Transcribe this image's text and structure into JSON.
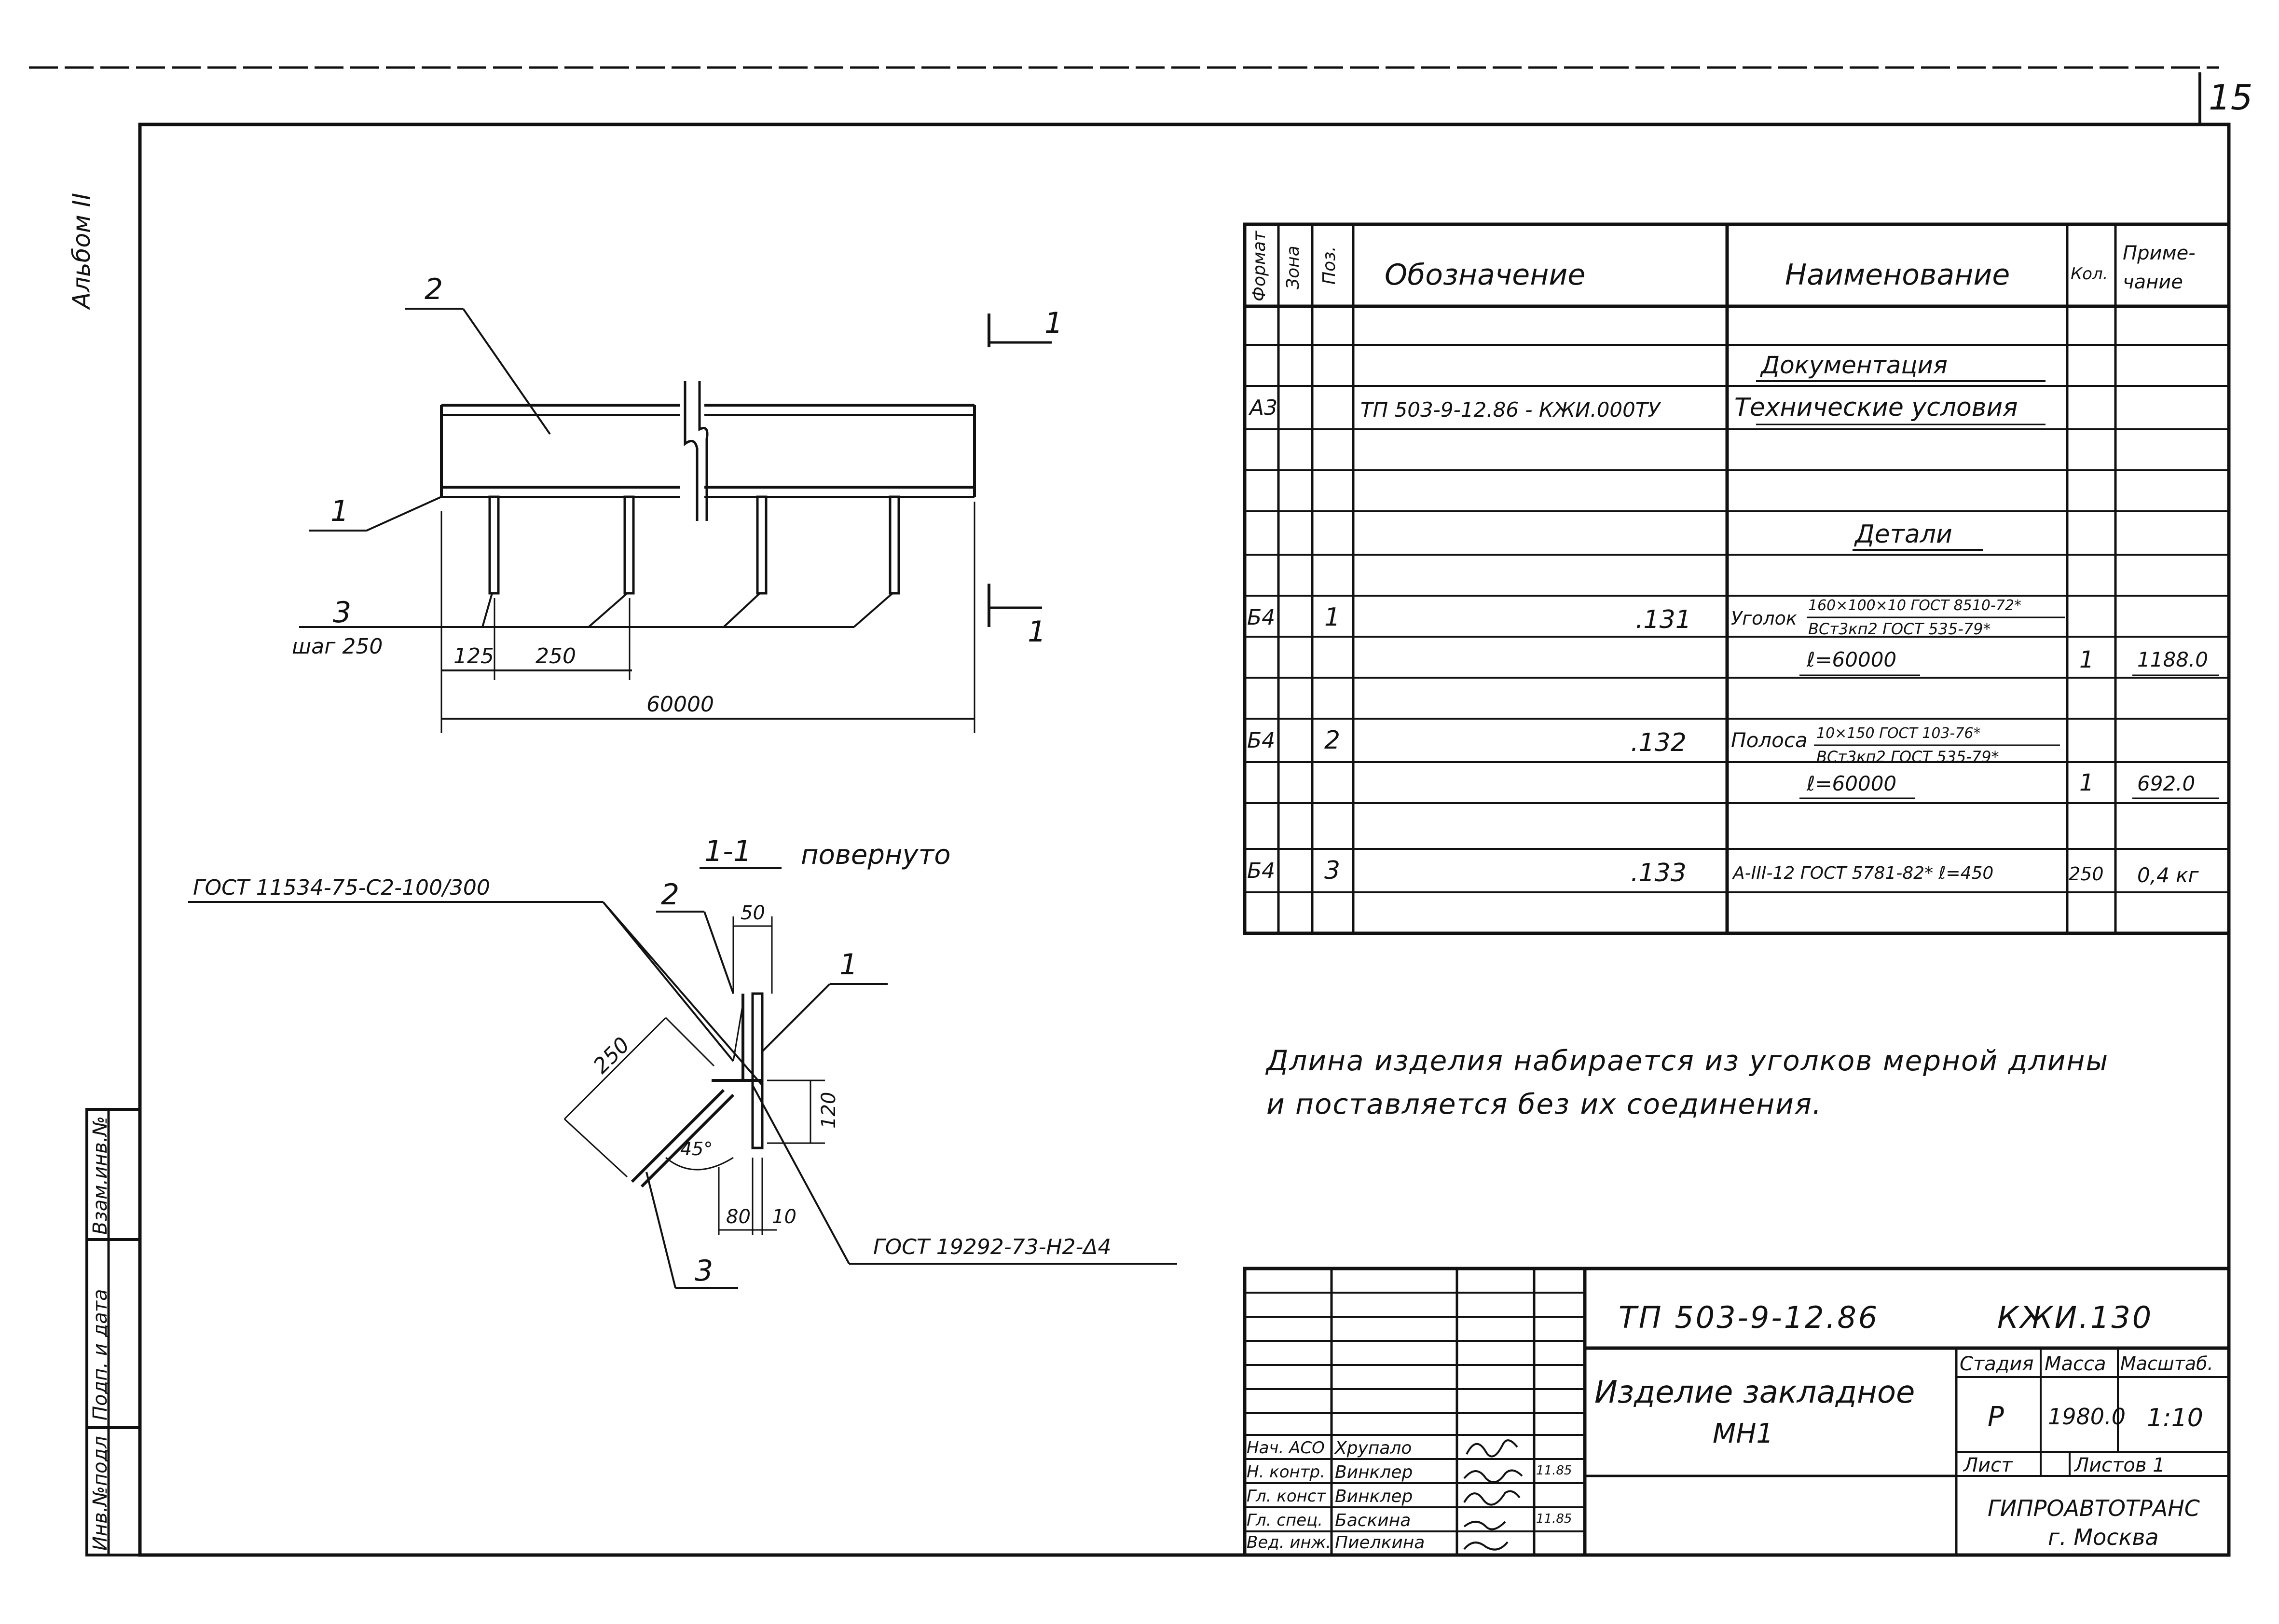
{
  "sheet": {
    "page_number": "15",
    "album": "Альбом II"
  },
  "side_stamp": {
    "inv_orig": "Инв.№подл",
    "sign_date": "Подп. и дата",
    "inv_replaced": "Взам.инв.№"
  },
  "drawing_main": {
    "label_pos2": "2",
    "label_pos1": "1",
    "label_pos3": "3",
    "step_text": "шаг 250",
    "dim_125": "125",
    "dim_250": "250",
    "dim_total": "60000",
    "section_mark_top": "1",
    "section_mark_bottom": "1"
  },
  "section_view": {
    "title_mark": "1-1",
    "title_text": "повернуто",
    "gost_weld_top": "ГОСТ 11534-75-С2-100/300",
    "gost_weld_bottom": "ГОСТ 19292-73-Н2-Δ4",
    "label_pos2": "2",
    "label_pos1": "1",
    "label_pos3": "3",
    "dim_50": "50",
    "dim_250": "250",
    "dim_120": "120",
    "dim_45": "45°",
    "dim_80": "80",
    "dim_10": "10"
  },
  "spec_table": {
    "headers": {
      "format": "Формат",
      "zone": "Зона",
      "pos": "Поз.",
      "designation": "Обозначение",
      "name": "Наименование",
      "qty": "Кол.",
      "note": "Приме-\nчание"
    },
    "section_docs": "Документация",
    "section_parts": "Детали",
    "doc_row": {
      "format": "А3",
      "designation": "ТП 503-9-12.86 - КЖИ.000ТУ",
      "name": "Технические условия"
    },
    "parts": [
      {
        "format": "Б4",
        "pos": "1",
        "designation": ".131",
        "name_prefix": "Уголок",
        "name_top": "160×100×10 ГОСТ 8510-72*",
        "name_bottom": "ВСт3кп2 ГОСТ 535-79*",
        "length": "ℓ=60000",
        "qty": "1",
        "note": "1188.0"
      },
      {
        "format": "Б4",
        "pos": "2",
        "designation": ".132",
        "name_prefix": "Полоса",
        "name_top": "10×150 ГОСТ 103-76*",
        "name_bottom": "ВСт3кп2 ГОСТ 535-79*",
        "length": "ℓ=60000",
        "qty": "1",
        "note": "692.0"
      },
      {
        "format": "Б4",
        "pos": "3",
        "designation": ".133",
        "name": "А-III-12 ГОСТ 5781-82* ℓ=450",
        "qty": "250",
        "note": "0,4 кг"
      }
    ]
  },
  "note_text": {
    "line1": "Длина изделия набирается из уголков мерной длины",
    "line2": "и поставляется без их соединения."
  },
  "title_block": {
    "doc_code": "ТП 503-9-12.86",
    "sheet_code": "КЖИ.130",
    "item_name_line1": "Изделие закладное",
    "item_name_line2": "МН1",
    "stage_label": "Стадия",
    "mass_label": "Масса",
    "scale_label": "Масштаб.",
    "stage_value": "Р",
    "mass_value": "1980.0",
    "scale_value": "1:10",
    "sheet_label": "Лист",
    "sheets_label": "Листов 1",
    "org_line1": "ГИПРОАВТОТРАНС",
    "org_line2": "г. Москва",
    "signers": [
      {
        "role": "Нач. АСО",
        "name": "Хрупало",
        "date": ""
      },
      {
        "role": "Н. контр.",
        "name": "Винклер",
        "date": "11.85"
      },
      {
        "role": "Гл. конст",
        "name": "Винклер",
        "date": ""
      },
      {
        "role": "Гл. спец.",
        "name": "Баскина",
        "date": "11.85"
      },
      {
        "role": "Вед. инж.",
        "name": "Пиелкина",
        "date": ""
      }
    ]
  }
}
